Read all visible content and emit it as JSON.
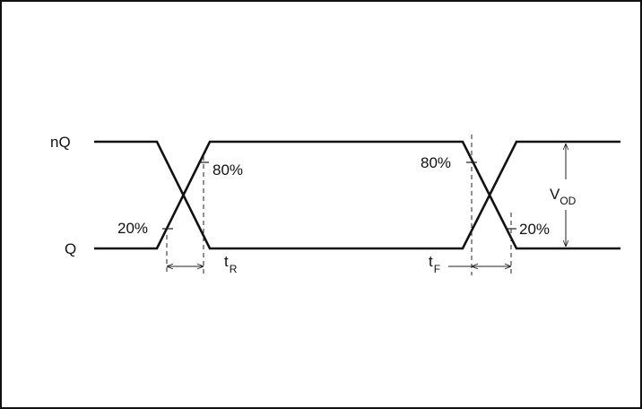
{
  "signals": {
    "top_label": "nQ",
    "bottom_label": "Q"
  },
  "thresholds": {
    "high": "80%",
    "low": "20%"
  },
  "timing": {
    "rise_main": "t",
    "rise_sub": "R",
    "fall_main": "t",
    "fall_sub": "F"
  },
  "voltage": {
    "main": "V",
    "sub": "OD"
  }
}
